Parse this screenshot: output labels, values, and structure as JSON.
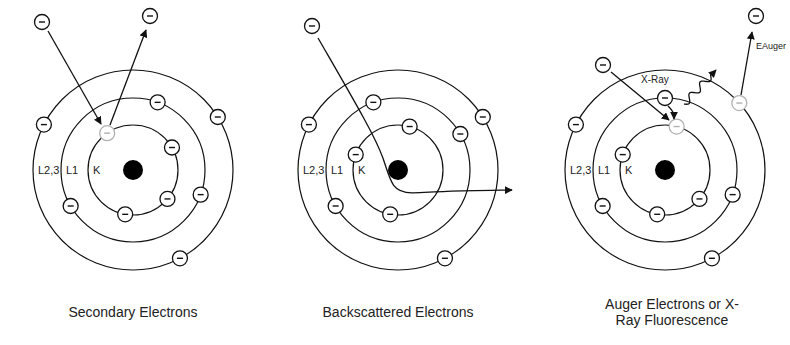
{
  "diagram": {
    "labels": [
      "L2,3",
      "L1",
      "K",
      "L2,3",
      "L1",
      "K",
      "L2,3",
      "L1",
      "K",
      "X-Ray",
      "EAuger",
      "Secondary Electrons",
      "Backscattered Electrons",
      "Auger Electrons or X-Ray Fluorescence"
    ]
  }
}
